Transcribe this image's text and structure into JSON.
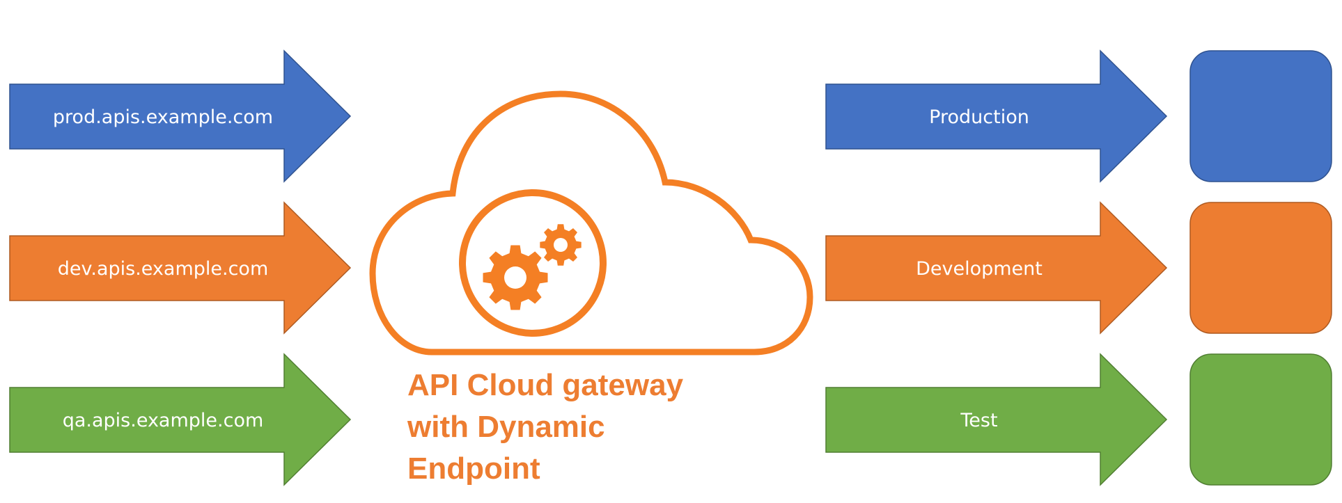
{
  "diagram": {
    "title_lines": [
      "API Cloud gateway",
      "with Dynamic",
      "Endpoint"
    ],
    "gateway_icon": "cloud-gears-icon",
    "accent_color": "#F47F24",
    "title_color": "#ED7D31",
    "incoming": [
      {
        "label": "prod.apis.example.com",
        "fill": "#4472C4",
        "stroke": "#2F528F"
      },
      {
        "label": "dev.apis.example.com",
        "fill": "#ED7D31",
        "stroke": "#AE5A21"
      },
      {
        "label": "qa.apis.example.com",
        "fill": "#70AD47",
        "stroke": "#507E32"
      }
    ],
    "outgoing": [
      {
        "label": "Production",
        "fill": "#4472C4",
        "stroke": "#2F528F"
      },
      {
        "label": "Development",
        "fill": "#ED7D31",
        "stroke": "#AE5A21"
      },
      {
        "label": "Test",
        "fill": "#70AD47",
        "stroke": "#507E32"
      }
    ],
    "targets": [
      {
        "name": "production-environment",
        "fill": "#4472C4",
        "stroke": "#2F528F"
      },
      {
        "name": "development-environment",
        "fill": "#ED7D31",
        "stroke": "#AE5A21"
      },
      {
        "name": "test-environment",
        "fill": "#70AD47",
        "stroke": "#507E32"
      }
    ]
  }
}
